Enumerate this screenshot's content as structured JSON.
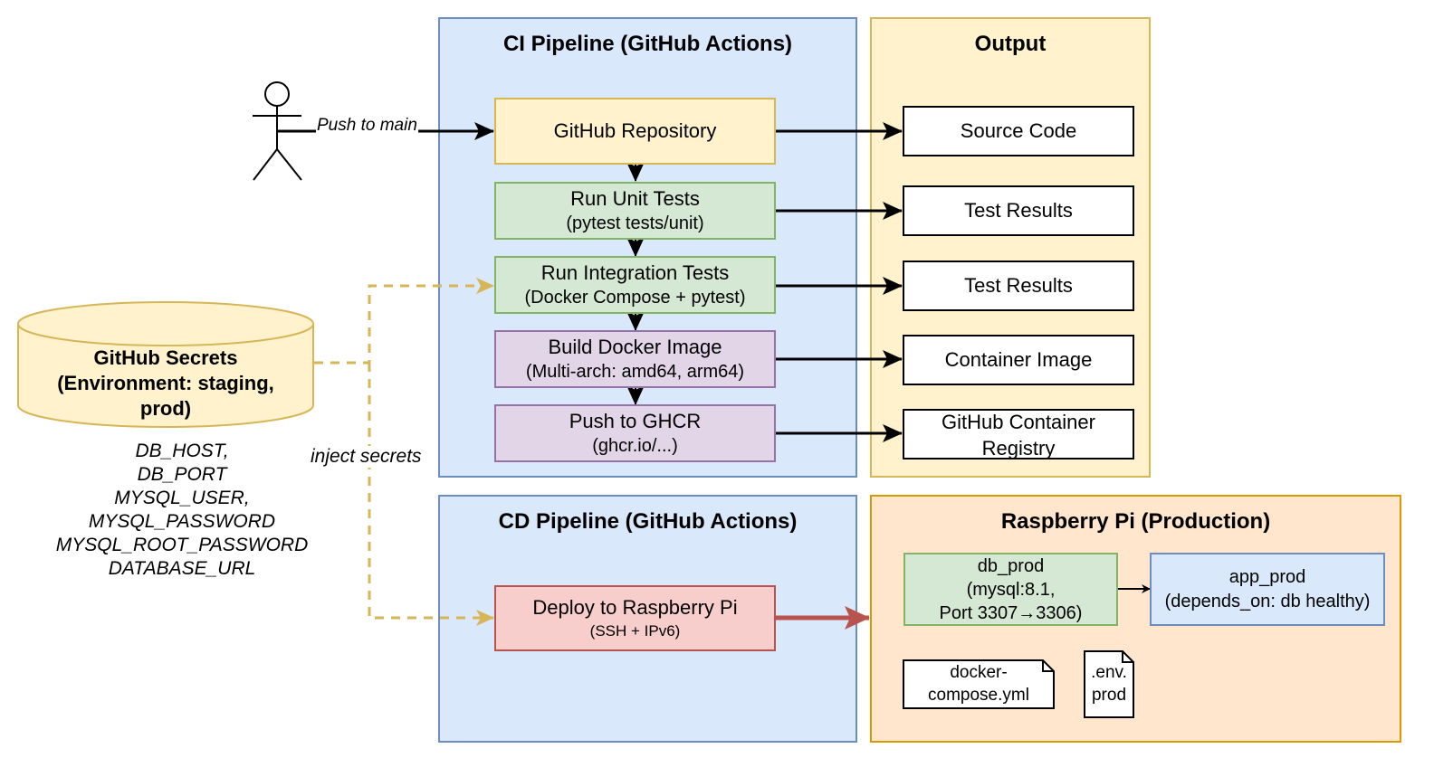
{
  "groups": {
    "ci": {
      "title": "CI Pipeline (GitHub Actions)"
    },
    "output": {
      "title": "Output"
    },
    "cd": {
      "title": "CD Pipeline (GitHub Actions)"
    },
    "pi": {
      "title": "Raspberry Pi (Production)"
    }
  },
  "actor": {
    "edge_label": "Push to main"
  },
  "ci_steps": [
    {
      "line1": "GitHub Repository",
      "line2": ""
    },
    {
      "line1": "Run Unit Tests",
      "line2": "(pytest tests/unit)"
    },
    {
      "line1": "Run Integration Tests",
      "line2": "(Docker Compose + pytest)"
    },
    {
      "line1": "Build Docker Image",
      "line2": "(Multi-arch: amd64, arm64)"
    },
    {
      "line1": "Push to GHCR",
      "line2": "(ghcr.io/...)"
    }
  ],
  "outputs": [
    {
      "line1": "Source Code",
      "line2": ""
    },
    {
      "line1": "Test Results",
      "line2": ""
    },
    {
      "line1": "Test Results",
      "line2": ""
    },
    {
      "line1": "Container Image",
      "line2": ""
    },
    {
      "line1": "GitHub Container",
      "line2": "Registry"
    }
  ],
  "deploy": {
    "line1": "Deploy to Raspberry Pi",
    "line2": "(SSH + IPv6)"
  },
  "secrets": {
    "line1": "GitHub Secrets",
    "line2": "(Environment: staging,",
    "line3": "prod)",
    "vars": [
      "DB_HOST,",
      "DB_PORT",
      "MYSQL_USER,",
      "MYSQL_PASSWORD",
      "MYSQL_ROOT_PASSWORD",
      "DATABASE_URL"
    ],
    "edge_label": "inject secrets"
  },
  "pi": {
    "db": {
      "line1": "db_prod",
      "line2": "(mysql:8.1,",
      "line3": "Port 3307→3306)"
    },
    "app": {
      "line1": "app_prod",
      "line2": "(depends_on: db healthy)"
    },
    "files": [
      {
        "line1": "docker-",
        "line2": "compose.yml"
      },
      {
        "line1": ".env.",
        "line2": "prod"
      }
    ]
  },
  "colors": {
    "ci_group": "#dae8fc",
    "output_group": "#fff2cc",
    "pi_group": "#ffe6cc",
    "secret_edge": "#d6b656",
    "deploy_edge": "#b85450"
  }
}
